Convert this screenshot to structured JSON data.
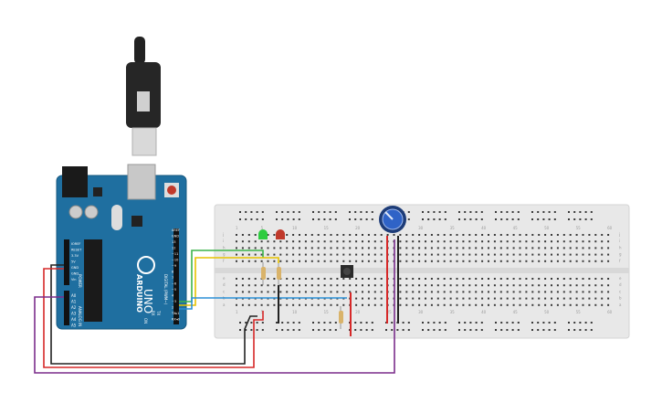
{
  "arduino": {
    "brand": "ARDUINO",
    "model": "UNO",
    "label_digital": "DIGITAL (PWM~)",
    "label_power": "POWER",
    "label_analog": "ANALOG IN",
    "label_tx": "TX",
    "label_rx": "RX",
    "label_on": "ON",
    "digital_pins": [
      "AREF",
      "GND",
      "13",
      "12",
      "~11",
      "~10",
      "~9",
      "8",
      "7",
      "~6",
      "~5",
      "4",
      "~3",
      "2",
      "TX▸1",
      "RX◂0"
    ],
    "power_pins": [
      "IOREF",
      "RESET",
      "3.3V",
      "5V",
      "GND",
      "GND",
      "Vin"
    ],
    "analog_pins": [
      "A0",
      "A1",
      "A2",
      "A3",
      "A4",
      "A5"
    ]
  },
  "breadboard": {
    "column_labels": [
      "1",
      "5",
      "10",
      "15",
      "20",
      "25",
      "30",
      "35",
      "40",
      "45",
      "50",
      "55",
      "60"
    ],
    "row_labels_top": [
      "j",
      "i",
      "h",
      "g",
      "f"
    ],
    "row_labels_bottom": [
      "e",
      "d",
      "c",
      "b",
      "a"
    ]
  },
  "colors": {
    "board": "#1f6fa0",
    "breadboard": "#e8e8e8",
    "wire_green": "#3cb44b",
    "wire_yellow": "#e6c200",
    "wire_blue": "#2b8fd6",
    "wire_red": "#d62828",
    "wire_black": "#222222",
    "wire_purple": "#7b2d8b",
    "led_green": "#2ecc40",
    "led_red": "#c0392b",
    "pot_knob": "#2f63c7"
  }
}
